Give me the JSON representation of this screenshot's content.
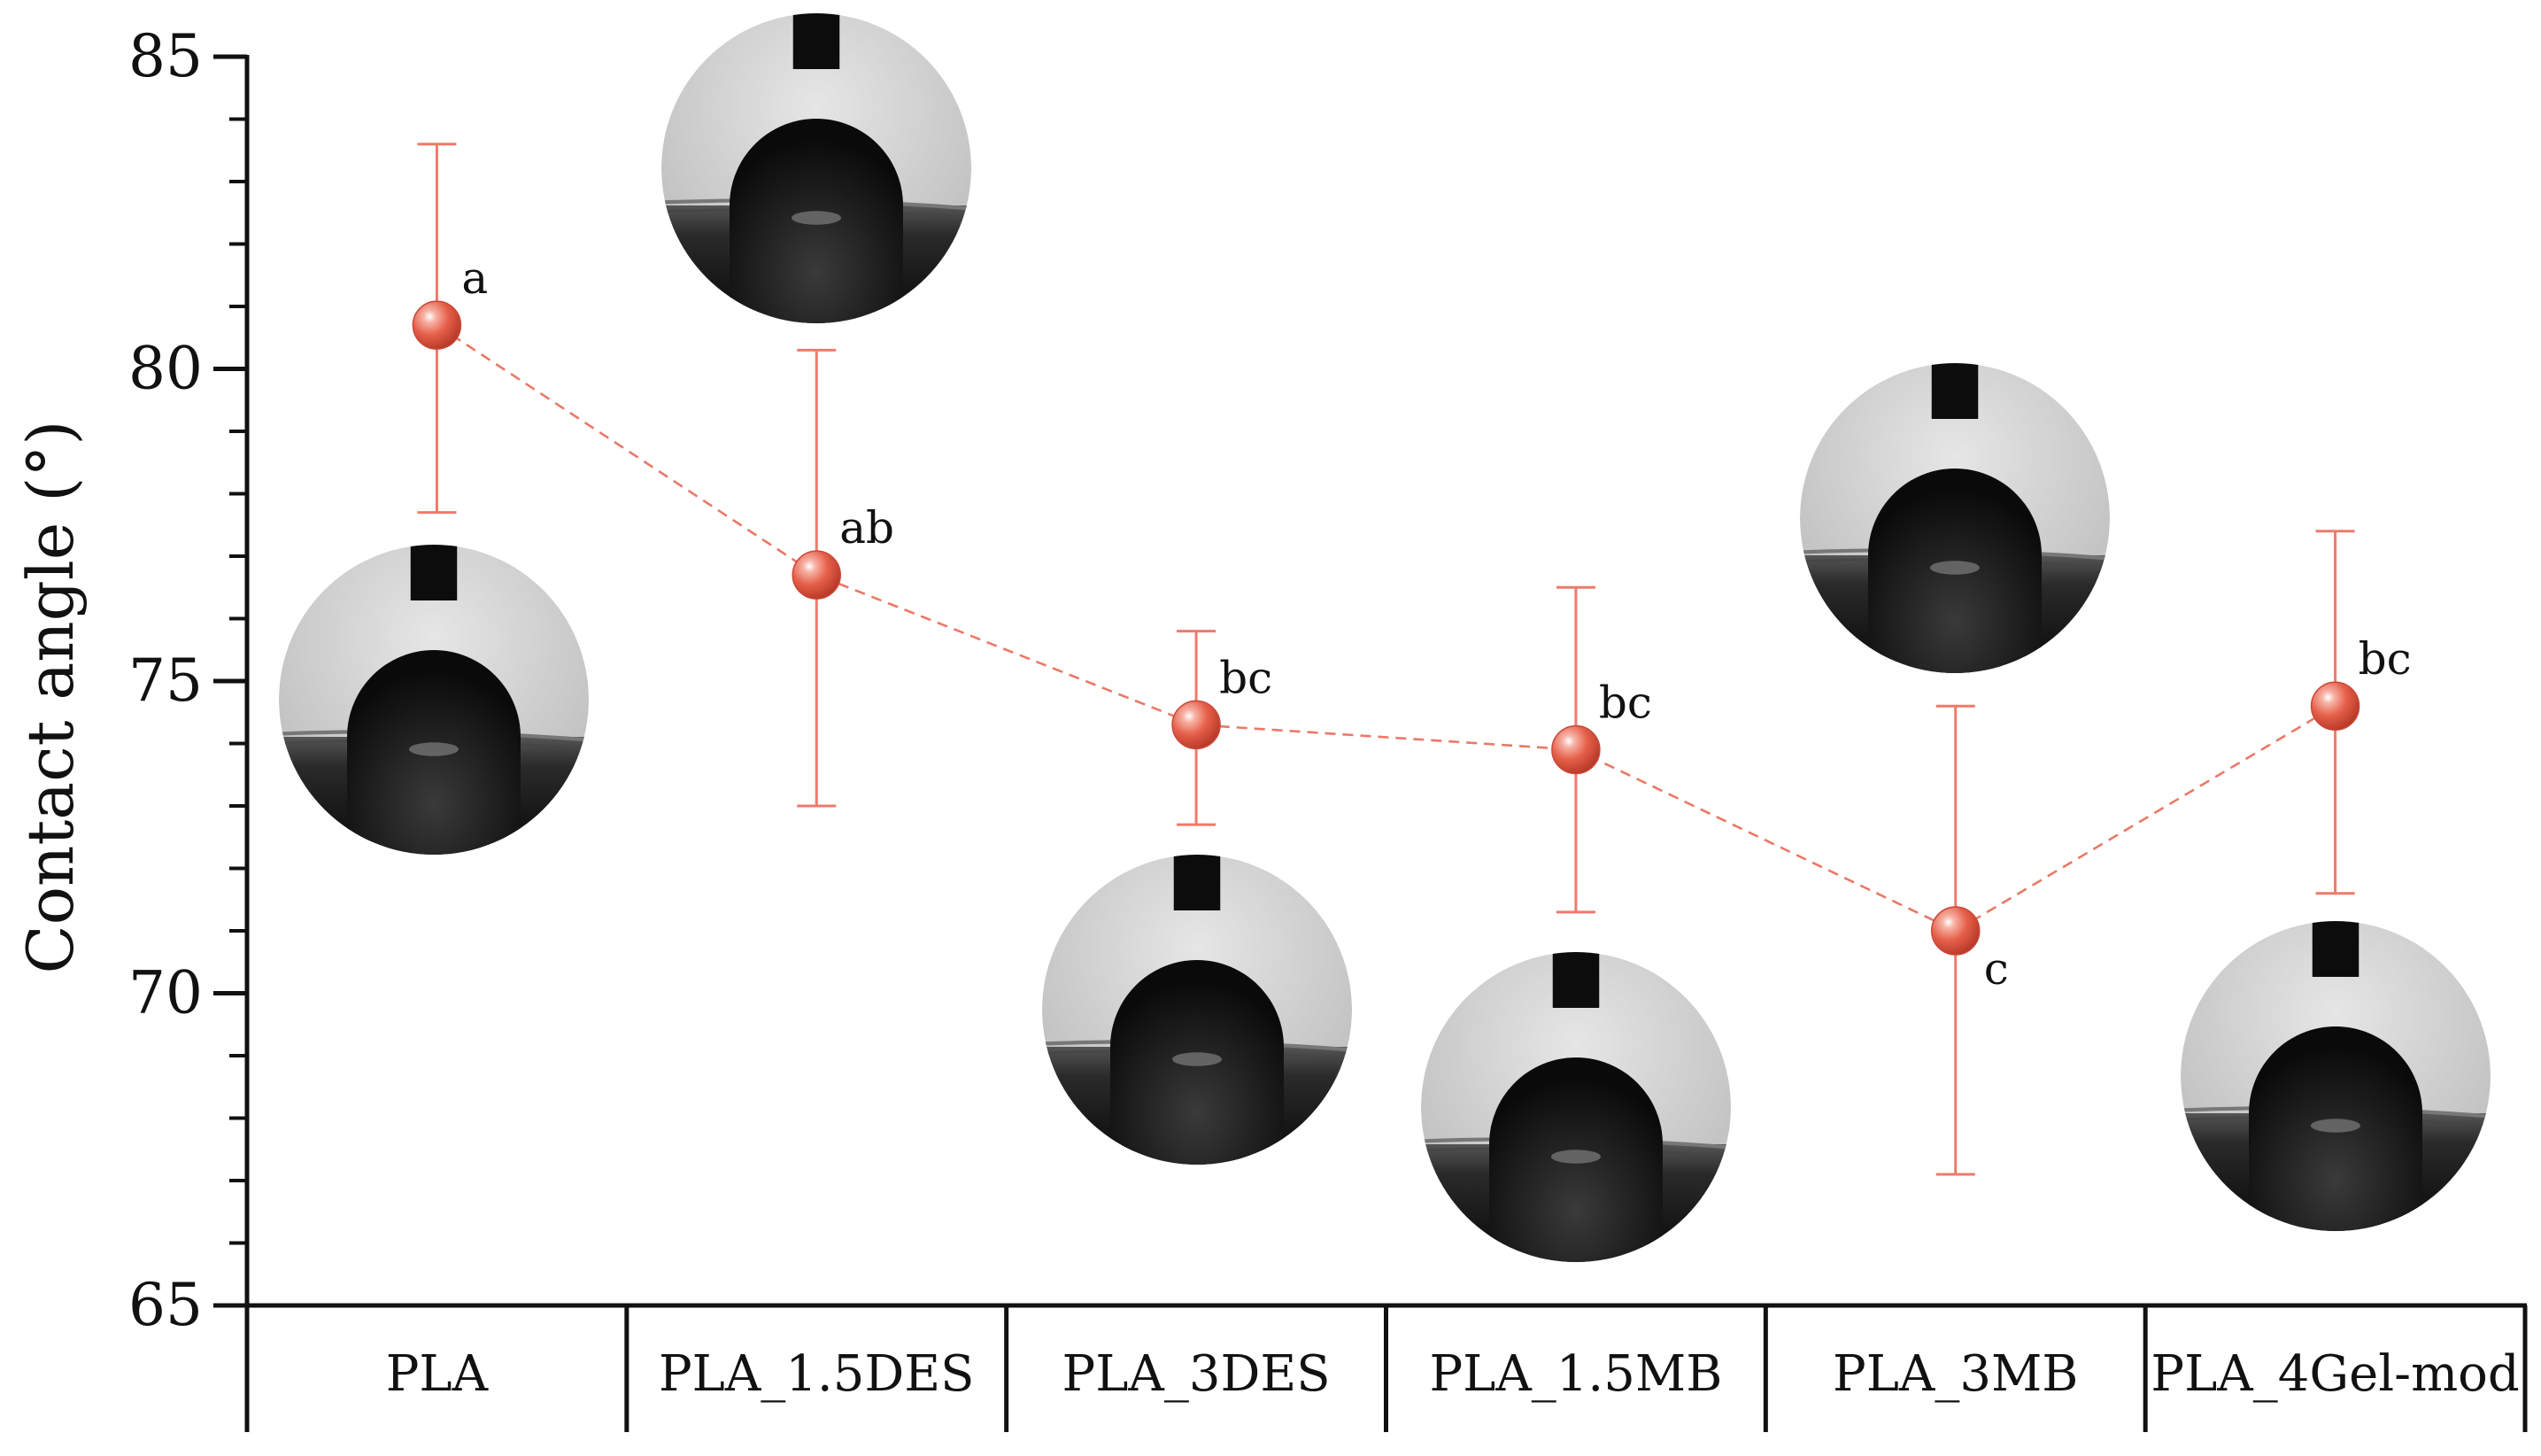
{
  "chart_data": {
    "type": "scatter",
    "ylabel": "Contact angle (°)",
    "xlabel": "",
    "ylim": [
      65,
      85
    ],
    "yticks": [
      65,
      70,
      75,
      80,
      85
    ],
    "ytick_labels": [
      "65",
      "70",
      "75",
      "80",
      "85"
    ],
    "grid": false,
    "legend": false,
    "connector": "dashed",
    "colors": {
      "accent": "#e8604c",
      "error_bar": "#ef7a6a",
      "axis": "#111111"
    },
    "categories": [
      "PLA",
      "PLA_1.5DES",
      "PLA_3DES",
      "PLA_1.5MB",
      "PLA_3MB",
      "PLA_4Gel-mod"
    ],
    "series": [
      {
        "values": [
          80.7,
          76.7,
          74.3,
          73.9,
          71.0,
          74.6
        ],
        "error_low": [
          77.7,
          73.0,
          72.7,
          71.3,
          67.1,
          71.6
        ],
        "error_high": [
          83.6,
          80.3,
          75.8,
          76.5,
          74.6,
          77.4
        ],
        "labels": [
          "a",
          "ab",
          "bc",
          "bc",
          "c",
          "bc"
        ]
      }
    ]
  }
}
